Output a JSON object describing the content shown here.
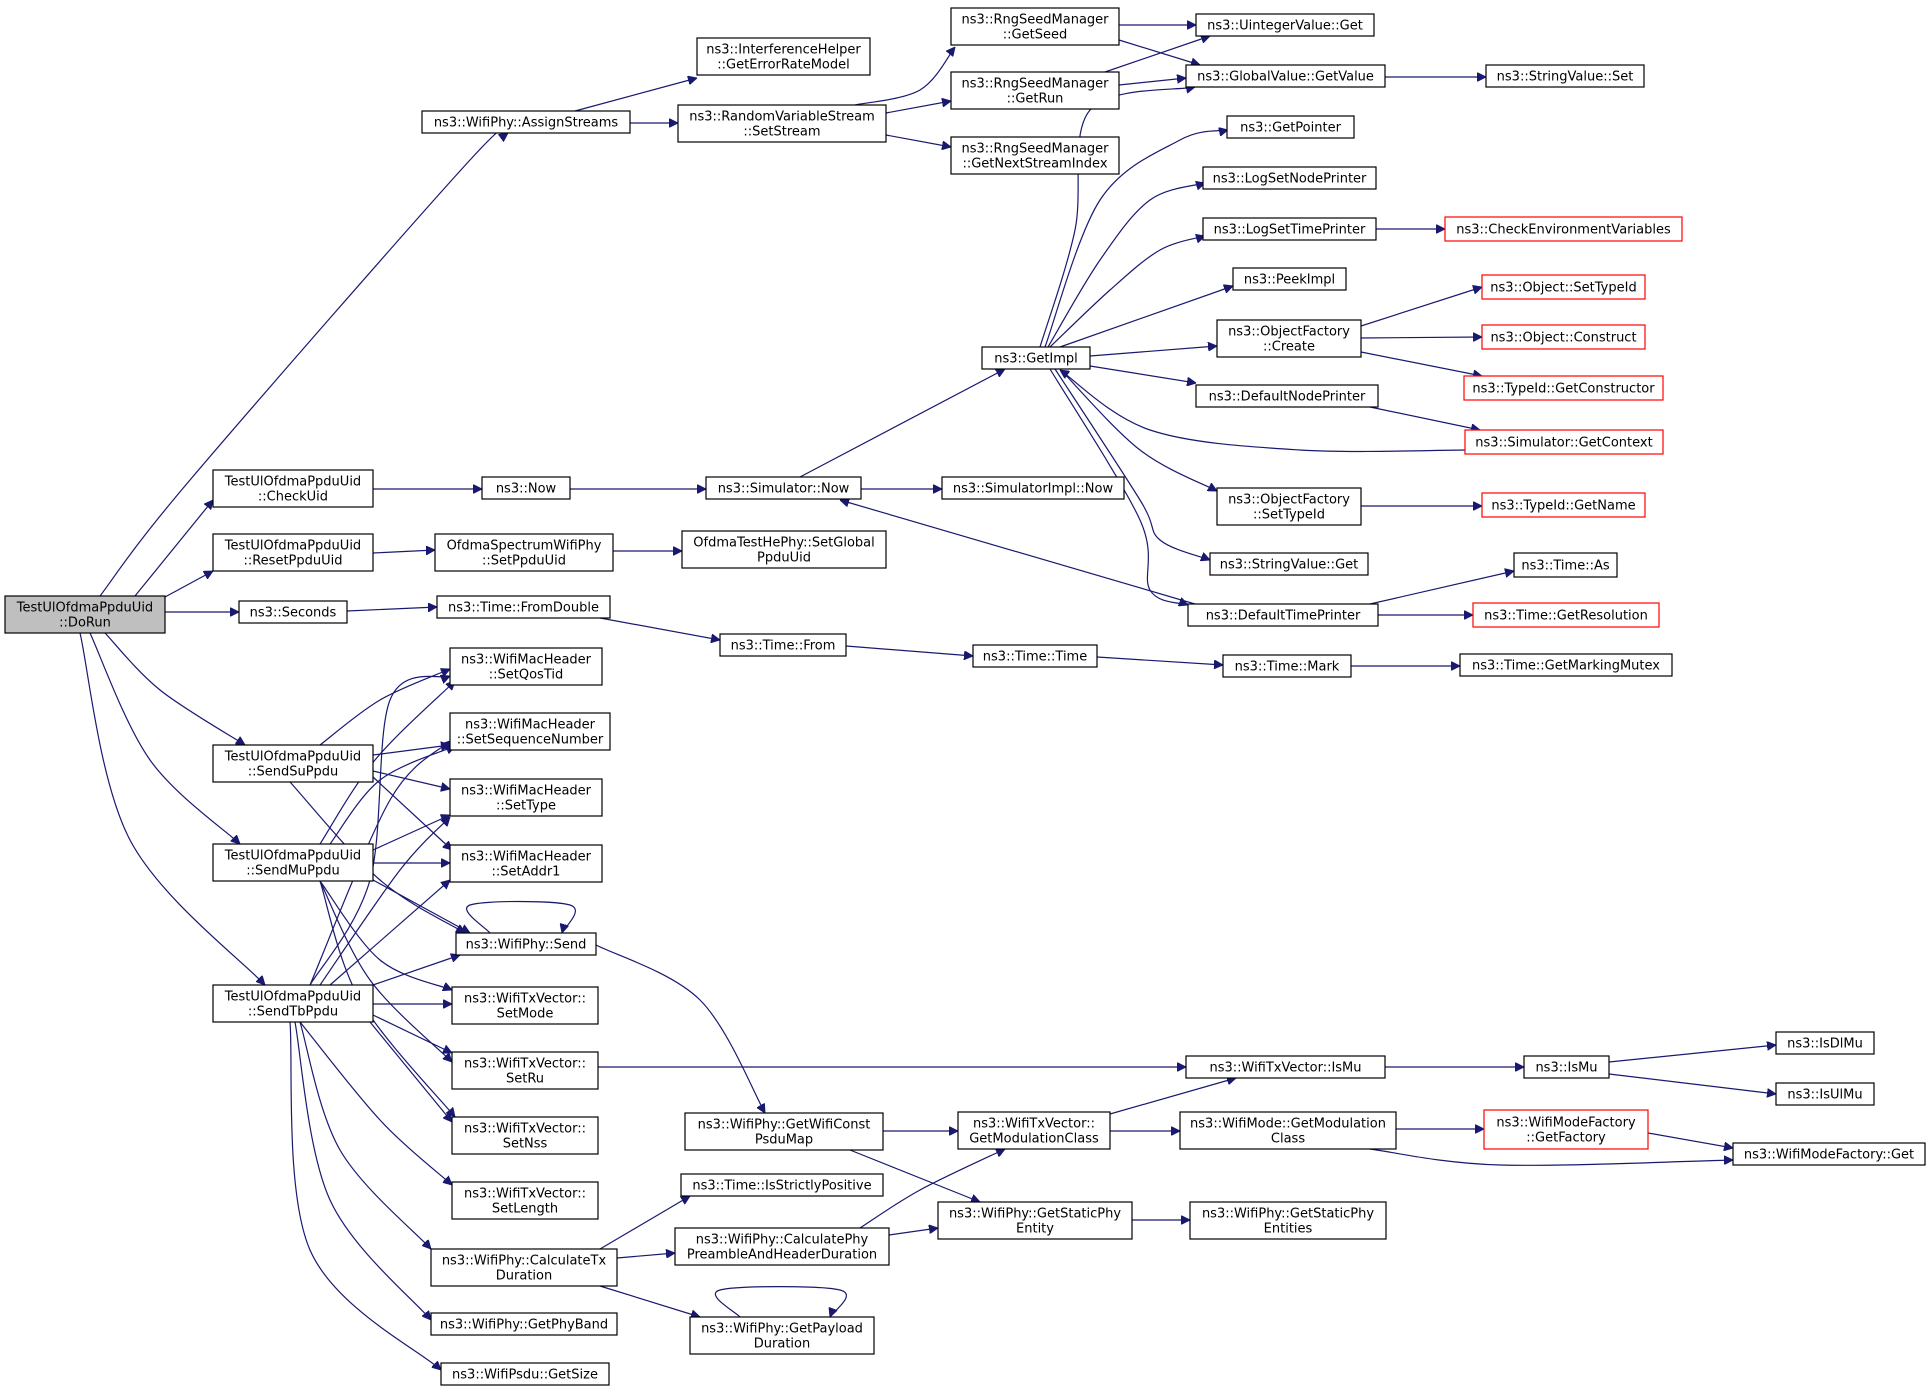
{
  "graph": {
    "nodes": [
      {
        "id": "dorun",
        "lines": [
          "TestUlOfdmaPpduUid",
          "::DoRun"
        ],
        "root": true
      },
      {
        "id": "assign",
        "lines": [
          "ns3::WifiPhy::AssignStreams"
        ]
      },
      {
        "id": "checkuid",
        "lines": [
          "TestUlOfdmaPpduUid",
          "::CheckUid"
        ]
      },
      {
        "id": "resetppdu",
        "lines": [
          "TestUlOfdmaPpduUid",
          "::ResetPpduUid"
        ]
      },
      {
        "id": "seconds",
        "lines": [
          "ns3::Seconds"
        ]
      },
      {
        "id": "sendsu",
        "lines": [
          "TestUlOfdmaPpduUid",
          "::SendSuPpdu"
        ]
      },
      {
        "id": "sendmu",
        "lines": [
          "TestUlOfdmaPpduUid",
          "::SendMuPpdu"
        ]
      },
      {
        "id": "sendtb",
        "lines": [
          "TestUlOfdmaPpduUid",
          "::SendTbPpdu"
        ]
      },
      {
        "id": "ierm",
        "lines": [
          "ns3::InterferenceHelper",
          "::GetErrorRateModel"
        ]
      },
      {
        "id": "rvss",
        "lines": [
          "ns3::RandomVariableStream",
          "::SetStream"
        ]
      },
      {
        "id": "now",
        "lines": [
          "ns3::Now"
        ]
      },
      {
        "id": "setppduuid",
        "lines": [
          "OfdmaSpectrumWifiPhy",
          "::SetPpduUid"
        ]
      },
      {
        "id": "fromdouble",
        "lines": [
          "ns3::Time::FromDouble"
        ]
      },
      {
        "id": "setqostid",
        "lines": [
          "ns3::WifiMacHeader",
          "::SetQosTid"
        ]
      },
      {
        "id": "setseq",
        "lines": [
          "ns3::WifiMacHeader",
          "::SetSequenceNumber"
        ]
      },
      {
        "id": "settype",
        "lines": [
          "ns3::WifiMacHeader",
          "::SetType"
        ]
      },
      {
        "id": "setaddr1",
        "lines": [
          "ns3::WifiMacHeader",
          "::SetAddr1"
        ]
      },
      {
        "id": "send",
        "lines": [
          "ns3::WifiPhy::Send"
        ]
      },
      {
        "id": "setmode",
        "lines": [
          "ns3::WifiTxVector::",
          "SetMode"
        ]
      },
      {
        "id": "setru",
        "lines": [
          "ns3::WifiTxVector::",
          "SetRu"
        ]
      },
      {
        "id": "setnss",
        "lines": [
          "ns3::WifiTxVector::",
          "SetNss"
        ]
      },
      {
        "id": "setlength",
        "lines": [
          "ns3::WifiTxVector::",
          "SetLength"
        ]
      },
      {
        "id": "calctx",
        "lines": [
          "ns3::WifiPhy::CalculateTx",
          "Duration"
        ]
      },
      {
        "id": "getphyband",
        "lines": [
          "ns3::WifiPhy::GetPhyBand"
        ]
      },
      {
        "id": "psdusize",
        "lines": [
          "ns3::WifiPsdu::GetSize"
        ]
      },
      {
        "id": "getseed",
        "lines": [
          "ns3::RngSeedManager",
          "::GetSeed"
        ]
      },
      {
        "id": "getrun",
        "lines": [
          "ns3::RngSeedManager",
          "::GetRun"
        ]
      },
      {
        "id": "getnsi",
        "lines": [
          "ns3::RngSeedManager",
          "::GetNextStreamIndex"
        ]
      },
      {
        "id": "simnow",
        "lines": [
          "ns3::Simulator::Now"
        ]
      },
      {
        "id": "setglobal",
        "lines": [
          "OfdmaTestHePhy::SetGlobal",
          "PpduUid"
        ]
      },
      {
        "id": "timefrom",
        "lines": [
          "ns3::Time::From"
        ]
      },
      {
        "id": "timetime",
        "lines": [
          "ns3::Time::Time"
        ]
      },
      {
        "id": "getwificonst",
        "lines": [
          "ns3::WifiPhy::GetWifiConst",
          "PsduMap"
        ]
      },
      {
        "id": "strictly",
        "lines": [
          "ns3::Time::IsStrictlyPositive"
        ]
      },
      {
        "id": "calcpre",
        "lines": [
          "ns3::WifiPhy::CalculatePhy",
          "PreambleAndHeaderDuration"
        ]
      },
      {
        "id": "getpayload",
        "lines": [
          "ns3::WifiPhy::GetPayload",
          "Duration"
        ]
      },
      {
        "id": "uintget",
        "lines": [
          "ns3::UintegerValue::Get"
        ]
      },
      {
        "id": "gvget",
        "lines": [
          "ns3::GlobalValue::GetValue"
        ]
      },
      {
        "id": "getimpl",
        "lines": [
          "ns3::GetImpl"
        ]
      },
      {
        "id": "simimplnow",
        "lines": [
          "ns3::SimulatorImpl::Now"
        ]
      },
      {
        "id": "getmodclass",
        "lines": [
          "ns3::WifiTxVector::",
          "GetModulationClass"
        ]
      },
      {
        "id": "getstaticent",
        "lines": [
          "ns3::WifiPhy::GetStaticPhy",
          "Entity"
        ]
      },
      {
        "id": "getpointer",
        "lines": [
          "ns3::GetPointer"
        ]
      },
      {
        "id": "lognode",
        "lines": [
          "ns3::LogSetNodePrinter"
        ]
      },
      {
        "id": "logtime",
        "lines": [
          "ns3::LogSetTimePrinter"
        ]
      },
      {
        "id": "peekimpl",
        "lines": [
          "ns3::PeekImpl"
        ]
      },
      {
        "id": "ofcreate",
        "lines": [
          "ns3::ObjectFactory",
          "::Create"
        ]
      },
      {
        "id": "defnode",
        "lines": [
          "ns3::DefaultNodePrinter"
        ]
      },
      {
        "id": "ofsettypeid",
        "lines": [
          "ns3::ObjectFactory",
          "::SetTypeId"
        ]
      },
      {
        "id": "strvalget",
        "lines": [
          "ns3::StringValue::Get"
        ]
      },
      {
        "id": "deftime",
        "lines": [
          "ns3::DefaultTimePrinter"
        ]
      },
      {
        "id": "mark",
        "lines": [
          "ns3::Time::Mark"
        ]
      },
      {
        "id": "ismutx",
        "lines": [
          "ns3::WifiTxVector::IsMu"
        ]
      },
      {
        "id": "modegetmod",
        "lines": [
          "ns3::WifiMode::GetModulation",
          "Class"
        ]
      },
      {
        "id": "getstaticents",
        "lines": [
          "ns3::WifiPhy::GetStaticPhy",
          "Entities"
        ]
      },
      {
        "id": "strset",
        "lines": [
          "ns3::StringValue::Set"
        ]
      },
      {
        "id": "checkenv",
        "lines": [
          "ns3::CheckEnvironmentVariables"
        ],
        "red": true
      },
      {
        "id": "objsettypeid",
        "lines": [
          "ns3::Object::SetTypeId"
        ],
        "red": true
      },
      {
        "id": "objconstruct",
        "lines": [
          "ns3::Object::Construct"
        ],
        "red": true
      },
      {
        "id": "getctor",
        "lines": [
          "ns3::TypeId::GetConstructor"
        ],
        "red": true
      },
      {
        "id": "simctx",
        "lines": [
          "ns3::Simulator::GetContext"
        ],
        "red": true
      },
      {
        "id": "getname",
        "lines": [
          "ns3::TypeId::GetName"
        ],
        "red": true
      },
      {
        "id": "timeas",
        "lines": [
          "ns3::Time::As"
        ]
      },
      {
        "id": "getres",
        "lines": [
          "ns3::Time::GetResolution"
        ],
        "red": true
      },
      {
        "id": "getmarking",
        "lines": [
          "ns3::Time::GetMarkingMutex"
        ]
      },
      {
        "id": "ismu",
        "lines": [
          "ns3::IsMu"
        ]
      },
      {
        "id": "getfactory",
        "lines": [
          "ns3::WifiModeFactory",
          "::GetFactory"
        ],
        "red": true
      },
      {
        "id": "isdlmu",
        "lines": [
          "ns3::IsDlMu"
        ]
      },
      {
        "id": "isulmu",
        "lines": [
          "ns3::IsUlMu"
        ]
      },
      {
        "id": "wmfget",
        "lines": [
          "ns3::WifiModeFactory::Get"
        ]
      }
    ]
  }
}
